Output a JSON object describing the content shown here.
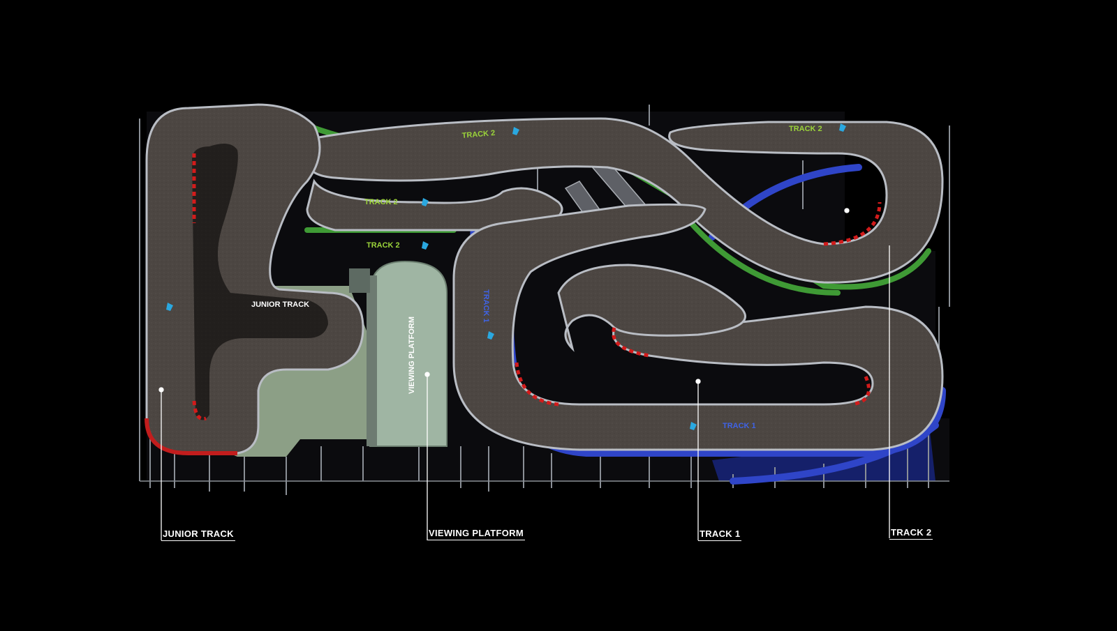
{
  "colors": {
    "background": "#000000",
    "asphalt": "#4c4642",
    "track1_accent": "#2f45c8",
    "track2_accent": "#3f9a35",
    "junior_accent": "#c21d1d",
    "platform": "#9fb5a3",
    "floor": "#8c9f86",
    "track2_text": "#9bd43a",
    "track1_text": "#3f63e6",
    "label_white": "#ffffff"
  },
  "track_labels": {
    "track2_a": "TRACK 2",
    "track2_b": "TRACK 2",
    "track2_c": "TRACK 2",
    "track2_d": "TRACK 2",
    "track1_a": "TRACK 1",
    "track1_b": "TRACK 1",
    "junior": "JUNIOR TRACK",
    "platform": "VIEWING PLATFORM"
  },
  "callouts": {
    "junior_track": "JUNIOR TRACK",
    "viewing_platform": "VIEWING PLATFORM",
    "track1": "TRACK 1",
    "track2": "TRACK 2"
  },
  "icons": [
    "go-kart-icon",
    "go-kart-icon",
    "go-kart-icon",
    "go-kart-icon",
    "go-kart-icon",
    "go-kart-icon"
  ]
}
